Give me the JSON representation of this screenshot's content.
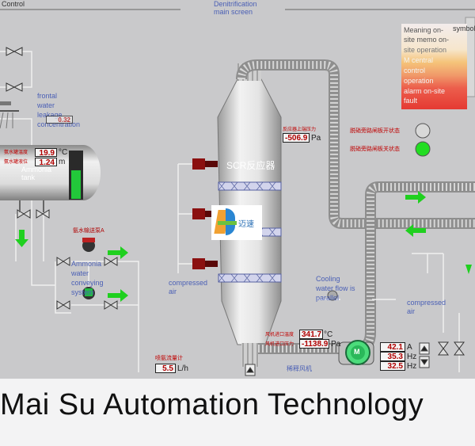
{
  "header": {
    "control": "Control",
    "main_screen_line1": "Denitrification",
    "main_screen_line2": "main screen"
  },
  "labels": {
    "frontal_water_leakage": [
      "frontal",
      "water",
      "leakage",
      "concentration"
    ],
    "ammonia_tank": [
      "Ammonia",
      "tank"
    ],
    "pump_a": "氨水输送泵A",
    "ammonia_water_conveying": [
      "Ammonia",
      "water",
      "conveying",
      "system"
    ],
    "compressed_air_left": [
      "compressed",
      "air"
    ],
    "compressed_air_right": [
      "compressed",
      "air"
    ],
    "cooling_water": [
      "Cooling",
      "water flow is",
      "parallel"
    ],
    "scr_reactor": "SCR反应器",
    "reactor_pressure_label": "反应器上端压力",
    "bypass_open": "脱硝旁路闸板开状态",
    "bypass_close": "脱硝旁路闸板关状态",
    "tank_temp_label": "氨水罐温度",
    "tank_level_label": "氨水罐液位",
    "fan_inlet_temp_label": "风机进口温度",
    "fan_inlet_pressure_label": "风机进口压力",
    "spray_flow_label": "喷氨流量计",
    "bottom_label": "稀释风机",
    "logo_text": "迈速",
    "company": "Mai Su Automation Technology"
  },
  "legend": {
    "symbol": "symbol",
    "items": [
      "Meaning on-",
      "site memo on-",
      "site operation",
      "M central",
      "control",
      "operation",
      "alarm on-site",
      "fault"
    ]
  },
  "readings": {
    "tank_temp": "19.9",
    "tank_temp_unit": "°C",
    "tank_level": "1.24",
    "tank_level_unit": "m",
    "reactor_pressure": "-506.9",
    "reactor_pressure_unit": "Pa",
    "fan_inlet_temp": "341.7",
    "fan_inlet_temp_unit": "°C",
    "fan_inlet_pressure": "-1138.9",
    "fan_inlet_pressure_unit": "Pa",
    "motor_current": "42.1",
    "motor_current_unit": "A",
    "freq_1": "35.3",
    "freq_1_unit": "Hz",
    "freq_2": "32.5",
    "freq_2_unit": "Hz",
    "spray_flow": "5.5",
    "spray_flow_unit": "L/h",
    "leakage_value": "0.32"
  },
  "motor_symbol": "M",
  "colors": {
    "status_green": "#22dd22",
    "status_off": "#d8d8d8",
    "pipe": "#b8b8b8",
    "value_text": "#b00000"
  }
}
